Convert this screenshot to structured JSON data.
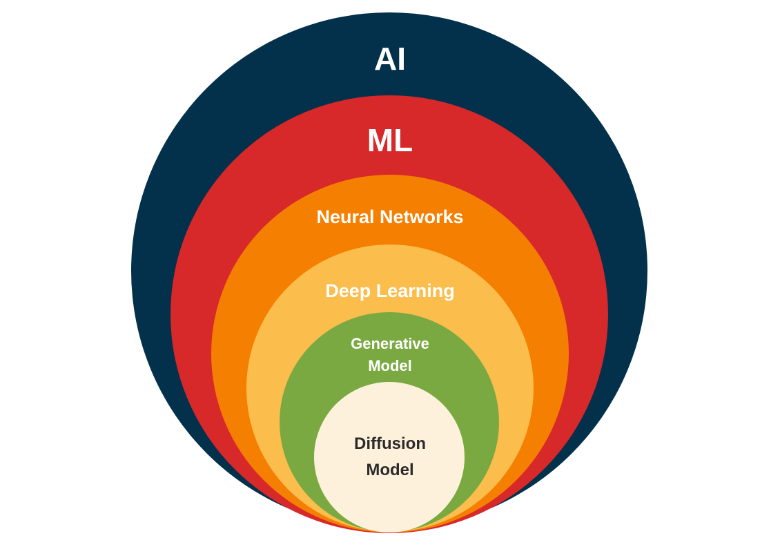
{
  "diagram": {
    "rings": [
      {
        "id": "ai",
        "label": "AI",
        "fill": "#03314b",
        "text_color": "#ffffff"
      },
      {
        "id": "ml",
        "label": "ML",
        "fill": "#d7282a",
        "text_color": "#ffffff"
      },
      {
        "id": "nn",
        "label": "Neural Networks",
        "fill": "#f57f00",
        "text_color": "#ffffff"
      },
      {
        "id": "dl",
        "label": "Deep Learning",
        "fill": "#fbbd4c",
        "text_color": "#ffffff"
      },
      {
        "id": "gm",
        "label_lines": [
          "Generative",
          "Model"
        ],
        "fill": "#7aa942",
        "text_color": "#ffffff"
      },
      {
        "id": "dm",
        "label_lines": [
          "Diffusion",
          "Model"
        ],
        "fill": "#fdf1db",
        "text_color": "#2b2b2b"
      }
    ]
  }
}
